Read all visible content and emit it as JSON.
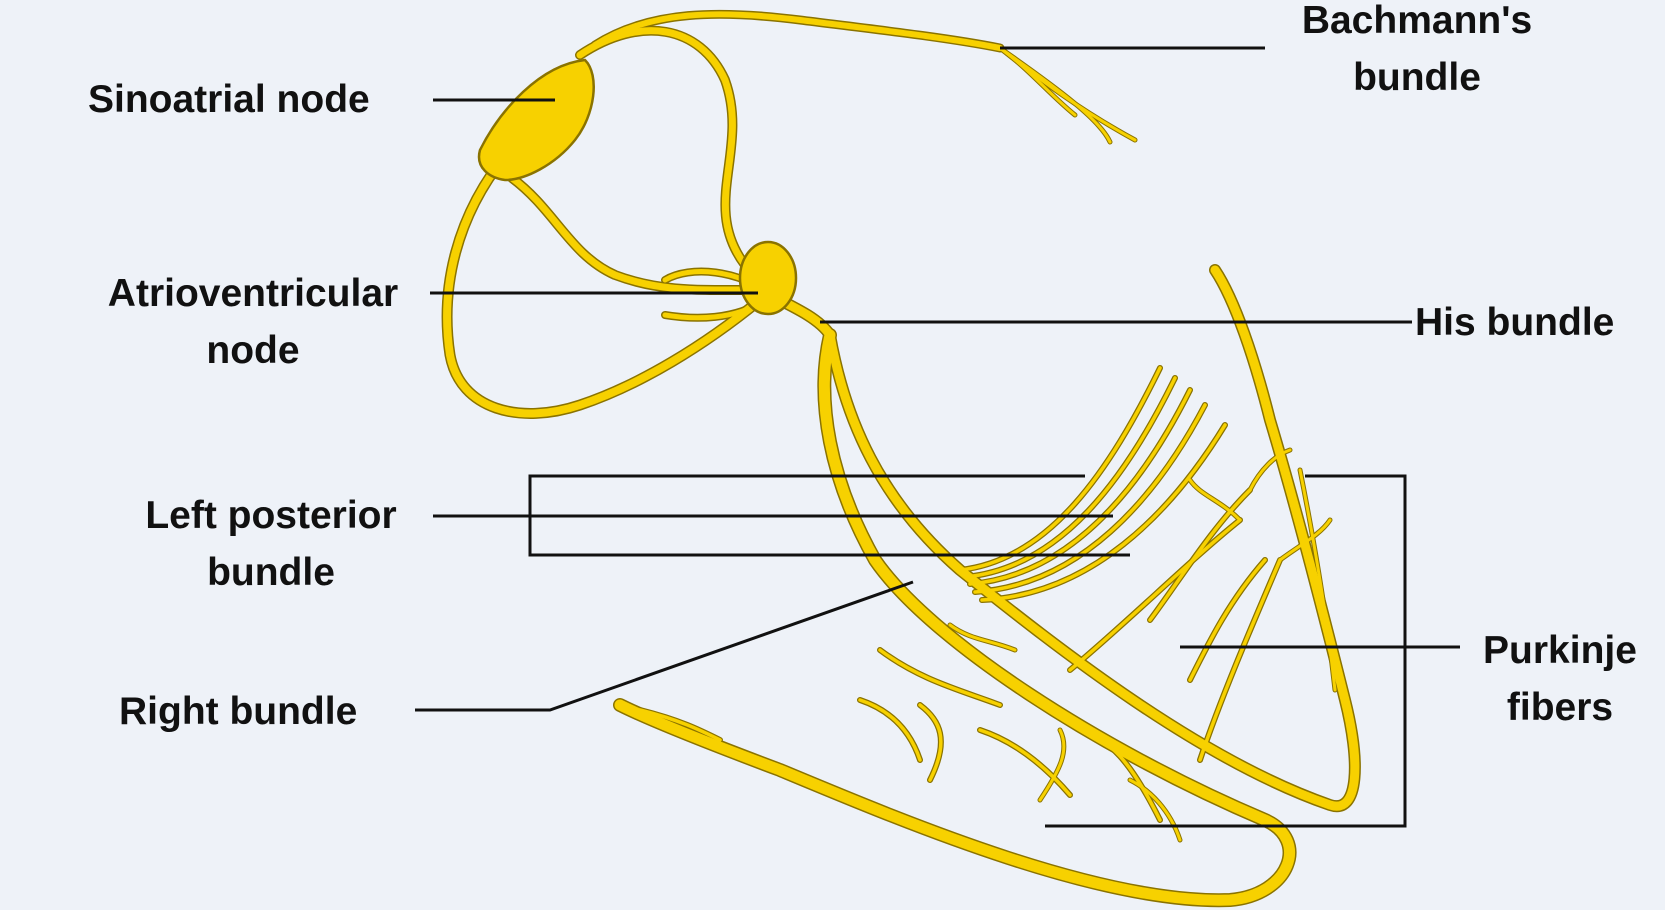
{
  "labels": {
    "sinoatrial": "Sinoatrial node",
    "bachmann": [
      "Bachmann's",
      "bundle"
    ],
    "atrioventricular": [
      "Atrioventricular",
      "node"
    ],
    "his": "His bundle",
    "left_posterior": [
      "Left posterior",
      "bundle"
    ],
    "right_bundle": "Right bundle",
    "purkinje": [
      "Purkinje",
      "fibers"
    ]
  },
  "colors": {
    "background": "#eef2f8",
    "conduction_fill": "#f7d100",
    "conduction_outline": "#8a7300",
    "leader_line": "#111111",
    "label_text": "#111111"
  }
}
